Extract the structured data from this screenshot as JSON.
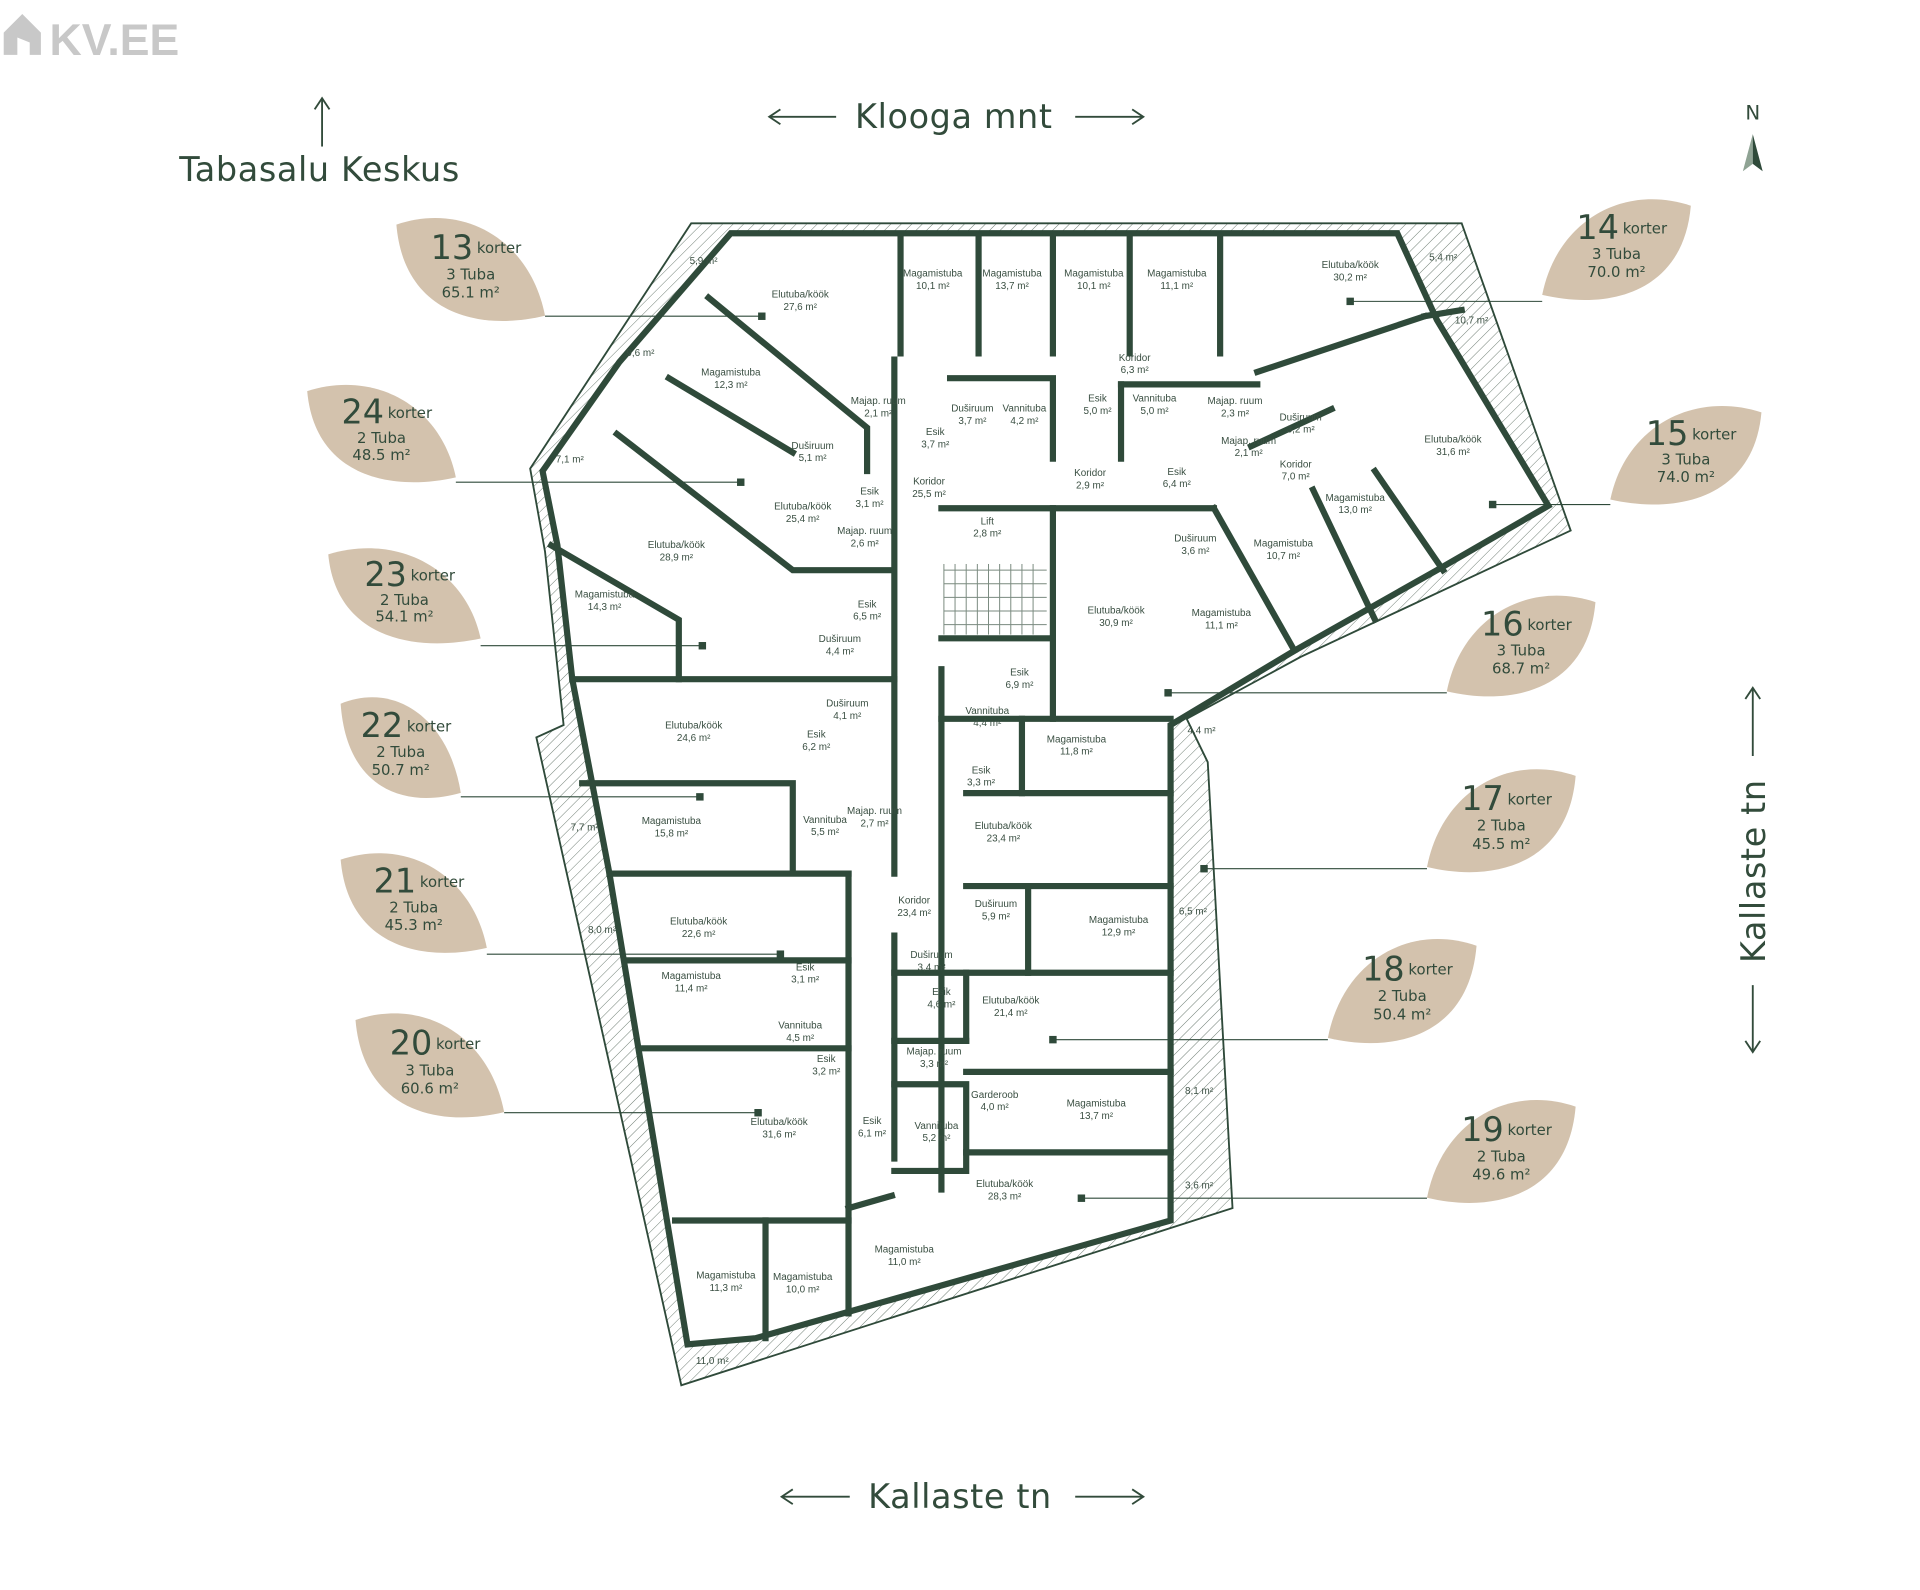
{
  "logo": {
    "text": "KV.EE",
    "color": "#c8c8c8"
  },
  "streets": {
    "top": "Klooga mnt",
    "top_left": "Tabasalu Keskus",
    "bottom": "Kallaste tn",
    "right": "Kallaste tn"
  },
  "compass": {
    "label": "N"
  },
  "colors": {
    "wall": "#2f4a3a",
    "leaf": "#d3c2ad",
    "text": "#324b3b"
  },
  "apartments": [
    {
      "number": "13",
      "word": "korter",
      "rooms": "3 Tuba",
      "area": "65.1 m²"
    },
    {
      "number": "14",
      "word": "korter",
      "rooms": "3 Tuba",
      "area": "70.0 m²"
    },
    {
      "number": "24",
      "word": "korter",
      "rooms": "2 Tuba",
      "area": "48.5 m²"
    },
    {
      "number": "15",
      "word": "korter",
      "rooms": "3 Tuba",
      "area": "74.0 m²"
    },
    {
      "number": "23",
      "word": "korter",
      "rooms": "2 Tuba",
      "area": "54.1 m²"
    },
    {
      "number": "16",
      "word": "korter",
      "rooms": "3 Tuba",
      "area": "68.7 m²"
    },
    {
      "number": "22",
      "word": "korter",
      "rooms": "2 Tuba",
      "area": "50.7 m²"
    },
    {
      "number": "17",
      "word": "korter",
      "rooms": "2 Tuba",
      "area": "45.5 m²"
    },
    {
      "number": "21",
      "word": "korter",
      "rooms": "2 Tuba",
      "area": "45.3 m²"
    },
    {
      "number": "18",
      "word": "korter",
      "rooms": "2 Tuba",
      "area": "50.4 m²"
    },
    {
      "number": "20",
      "word": "korter",
      "rooms": "3 Tuba",
      "area": "60.6 m²"
    },
    {
      "number": "19",
      "word": "korter",
      "rooms": "2 Tuba",
      "area": "49.6 m²"
    }
  ],
  "balconies": [
    "5,9 m²",
    "5,4 m²",
    "10,7 m²",
    "9,6 m²",
    "7,1 m²",
    "7,7 m²",
    "8,0 m²",
    "11,0 m²",
    "3,6 m²",
    "8,1 m²",
    "6,5 m²",
    "4,4 m²"
  ],
  "rooms": [
    [
      "Elutuba/köök",
      "27,6 m²"
    ],
    [
      "Magamistuba",
      "10,1 m²"
    ],
    [
      "Magamistuba",
      "13,7 m²"
    ],
    [
      "Magamistuba",
      "10,1 m²"
    ],
    [
      "Magamistuba",
      "11,1 m²"
    ],
    [
      "Elutuba/köök",
      "30,2 m²"
    ],
    [
      "Magamistuba",
      "12,3 m²"
    ],
    [
      "Majap. ruum",
      "2,1 m²"
    ],
    [
      "Duširuum",
      "3,7 m²"
    ],
    [
      "Vannituba",
      "4,2 m²"
    ],
    [
      "Esik",
      "3,7 m²"
    ],
    [
      "Duširuum",
      "5,1 m²"
    ],
    [
      "Koridor",
      "6,3 m²"
    ],
    [
      "Esik",
      "5,0 m²"
    ],
    [
      "Vannituba",
      "5,0 m²"
    ],
    [
      "Majap. ruum",
      "2,3 m²"
    ],
    [
      "Duširuum",
      "3,2 m²"
    ],
    [
      "Majap. ruum",
      "2,1 m²"
    ],
    [
      "Koridor",
      "7,0 m²"
    ],
    [
      "Elutuba/köök",
      "31,6 m²"
    ],
    [
      "Koridor",
      "25,5 m²"
    ],
    [
      "Koridor",
      "2,9 m²"
    ],
    [
      "Esik",
      "6,4 m²"
    ],
    [
      "Esik",
      "3,1 m²"
    ],
    [
      "Elutuba/köök",
      "25,4 m²"
    ],
    [
      "Majap. ruum",
      "2,6 m²"
    ],
    [
      "Lift",
      "2,8 m²"
    ],
    [
      "Duširuum",
      "3,6 m²"
    ],
    [
      "Magamistuba",
      "10,7 m²"
    ],
    [
      "Magamistuba",
      "13,0 m²"
    ],
    [
      "Elutuba/köök",
      "28,9 m²"
    ],
    [
      "Magamistuba",
      "14,3 m²"
    ],
    [
      "Elutuba/köök",
      "30,9 m²"
    ],
    [
      "Magamistuba",
      "11,1 m²"
    ],
    [
      "Esik",
      "6,5 m²"
    ],
    [
      "Duširuum",
      "4,4 m²"
    ],
    [
      "Esik",
      "6,9 m²"
    ],
    [
      "Duširuum",
      "4,1 m²"
    ],
    [
      "Vannituba",
      "4,4 m²"
    ],
    [
      "Elutuba/köök",
      "24,6 m²"
    ],
    [
      "Esik",
      "6,2 m²"
    ],
    [
      "Magamistuba",
      "11,8 m²"
    ],
    [
      "Esik",
      "3,3 m²"
    ],
    [
      "Magamistuba",
      "15,8 m²"
    ],
    [
      "Vannituba",
      "5,5 m²"
    ],
    [
      "Majap. ruum",
      "2,7 m²"
    ],
    [
      "Elutuba/köök",
      "23,4 m²"
    ],
    [
      "Koridor",
      "23,4 m²"
    ],
    [
      "Duširuum",
      "5,9 m²"
    ],
    [
      "Magamistuba",
      "12,9 m²"
    ],
    [
      "Elutuba/köök",
      "22,6 m²"
    ],
    [
      "Duširuum",
      "3,4 m²"
    ],
    [
      "Magamistuba",
      "11,4 m²"
    ],
    [
      "Esik",
      "3,1 m²"
    ],
    [
      "Esik",
      "4,6 m²"
    ],
    [
      "Elutuba/köök",
      "21,4 m²"
    ],
    [
      "Vannituba",
      "4,5 m²"
    ],
    [
      "Esik",
      "3,2 m²"
    ],
    [
      "Majap. ruum",
      "3,3 m²"
    ],
    [
      "Garderoob",
      "4,0 m²"
    ],
    [
      "Magamistuba",
      "13,7 m²"
    ],
    [
      "Elutuba/köök",
      "31,6 m²"
    ],
    [
      "Esik",
      "6,1 m²"
    ],
    [
      "Vannituba",
      "5,2 m²"
    ],
    [
      "Elutuba/köök",
      "28,3 m²"
    ],
    [
      "Magamistuba",
      "11,0 m²"
    ],
    [
      "Magamistuba",
      "11,3 m²"
    ],
    [
      "Magamistuba",
      "10,0 m²"
    ]
  ]
}
